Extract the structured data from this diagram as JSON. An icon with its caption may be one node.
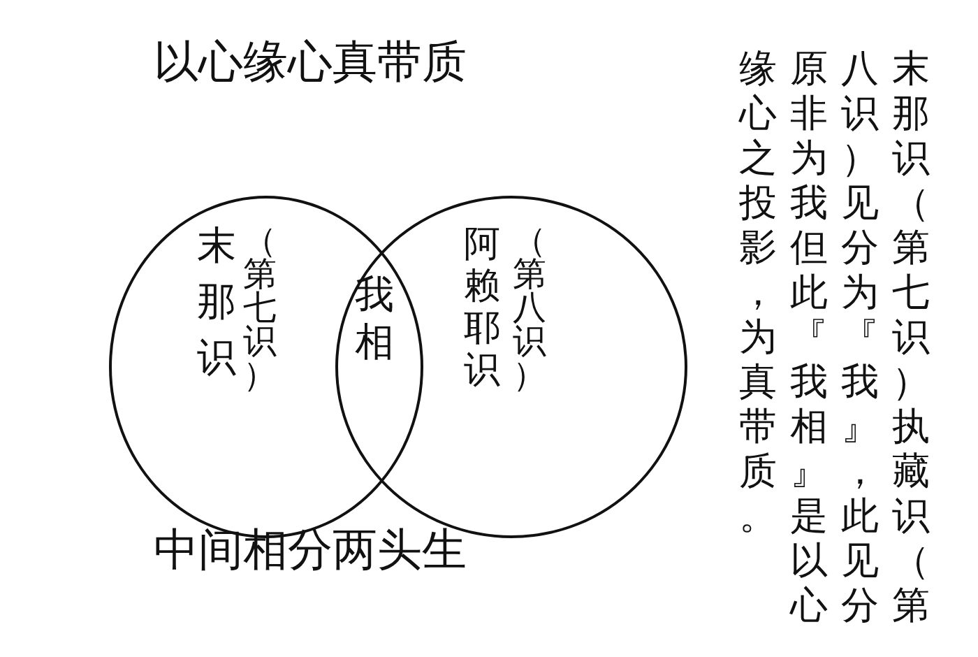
{
  "diagram": {
    "title": "以心缘心真带质",
    "caption": "中间相分两头生",
    "nodes": [
      {
        "text": [
          "末那识",
          "（第七识）"
        ]
      },
      {
        "text": [
          "我相"
        ]
      },
      {
        "text": [
          "阿赖耶识",
          "（第八识）"
        ]
      }
    ],
    "labels": [
      "末那识（第七识）执藏识（第八识）见分为『我』，此见分原非为我但此『我相』是以心缘心之投影，为真带质。"
    ]
  }
}
